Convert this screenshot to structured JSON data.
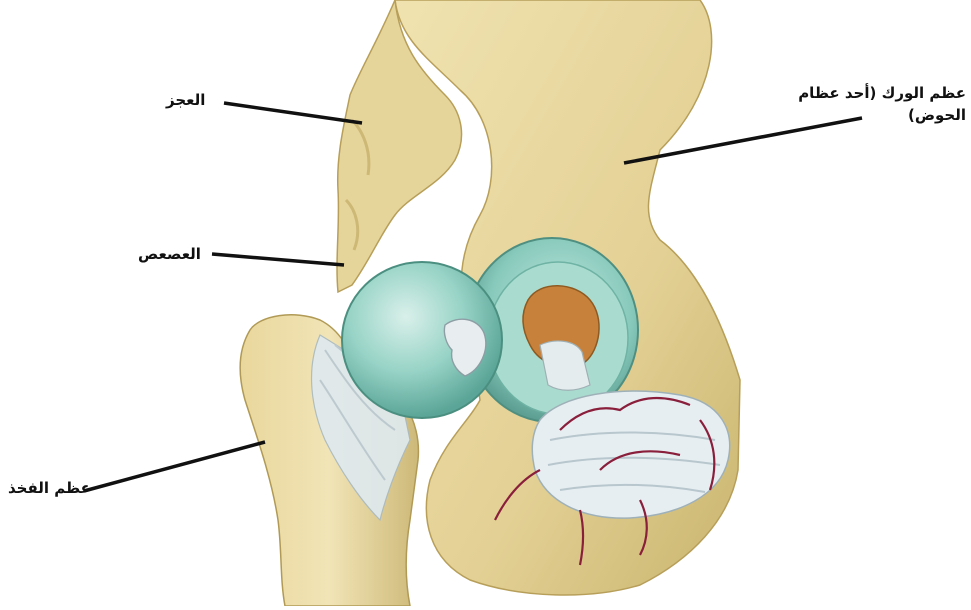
{
  "labels": {
    "sacrum": "العجز",
    "coccyx": "العصعص",
    "femur": "عظم الفخذ",
    "hip_bone": "عظم الورك (أحد عظام الحوض)"
  },
  "colors": {
    "bone": "#e8d9a0",
    "bone_shadow": "#c9b56e",
    "cartilage": "#8fcfc2",
    "cartilage_dark": "#5ea99a",
    "ligament": "#dfe8ec",
    "fat_pad": "#c67a2e",
    "vessel": "#8a1f3c",
    "leader_line": "#111111"
  }
}
